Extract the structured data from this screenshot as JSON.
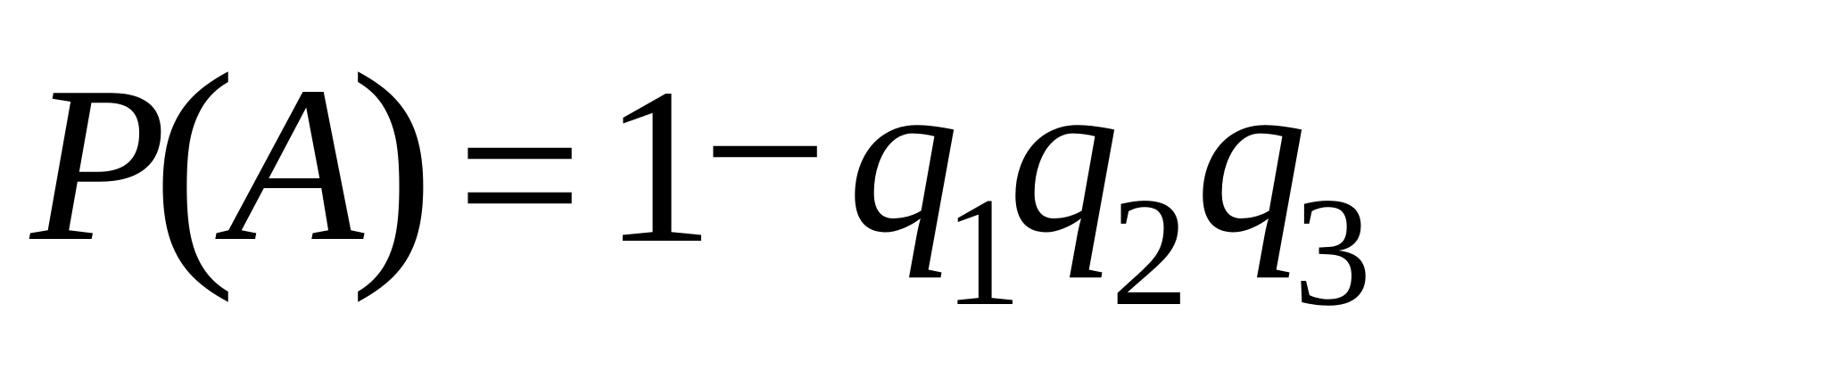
{
  "formula": {
    "P": "P",
    "open_paren": "(",
    "A": "A",
    "close_paren": ")",
    "equals": "=",
    "one": "1",
    "minus": "−",
    "q": "q",
    "sub1": "1",
    "sub2": "2",
    "sub3": "3"
  }
}
